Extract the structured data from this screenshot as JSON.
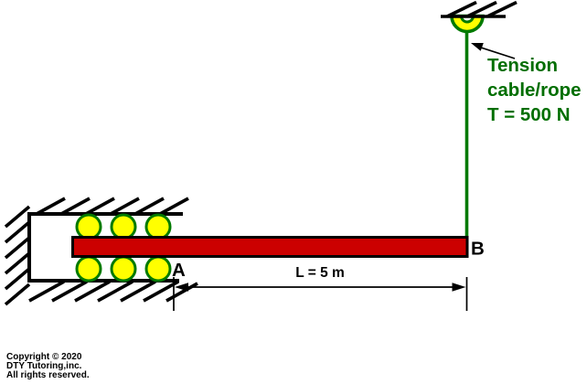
{
  "annotation": {
    "tension_lines": [
      "Tension",
      "cable/rope",
      "T = 500 N"
    ]
  },
  "beam": {
    "label_a": "A",
    "label_b": "B"
  },
  "dimension": {
    "length_label": "L = 5 m"
  },
  "footer": {
    "lines": [
      "Copyright © 2020",
      "DTY Tutoring,inc.",
      "All rights reserved."
    ]
  },
  "colors": {
    "beam_fill": "#cc0000",
    "roller_fill": "#ffff00",
    "green_stroke": "#007a00",
    "annotation_green": "#006e00",
    "line_black": "#000000"
  }
}
